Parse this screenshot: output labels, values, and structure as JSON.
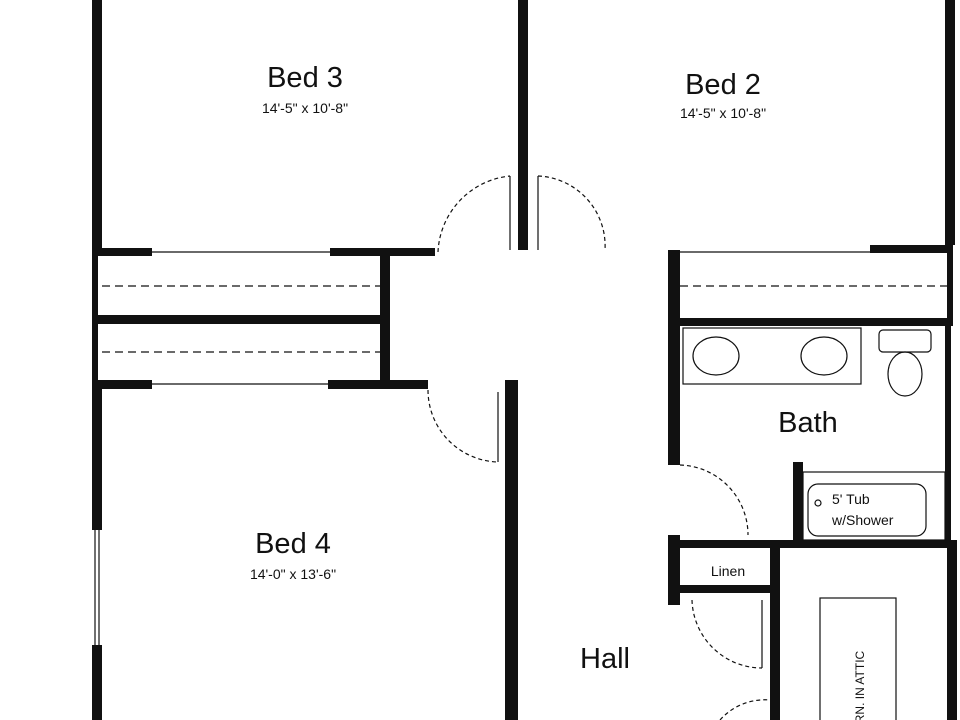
{
  "rooms": {
    "bed3": {
      "name": "Bed 3",
      "size": "14'-5\" x 10'-8\""
    },
    "bed2": {
      "name": "Bed 2",
      "size": "14'-5\" x 10'-8\""
    },
    "bed4": {
      "name": "Bed 4",
      "size": "14'-0\" x 13'-6\""
    },
    "bath": {
      "name": "Bath"
    },
    "hall": {
      "name": "Hall"
    },
    "linen": {
      "name": "Linen"
    }
  },
  "fixtures": {
    "tub_line1": "5' Tub",
    "tub_line2": "w/Shower",
    "attic": "RN. IN ATTIC"
  },
  "colors": {
    "wall": "#111111",
    "background": "#ffffff"
  }
}
